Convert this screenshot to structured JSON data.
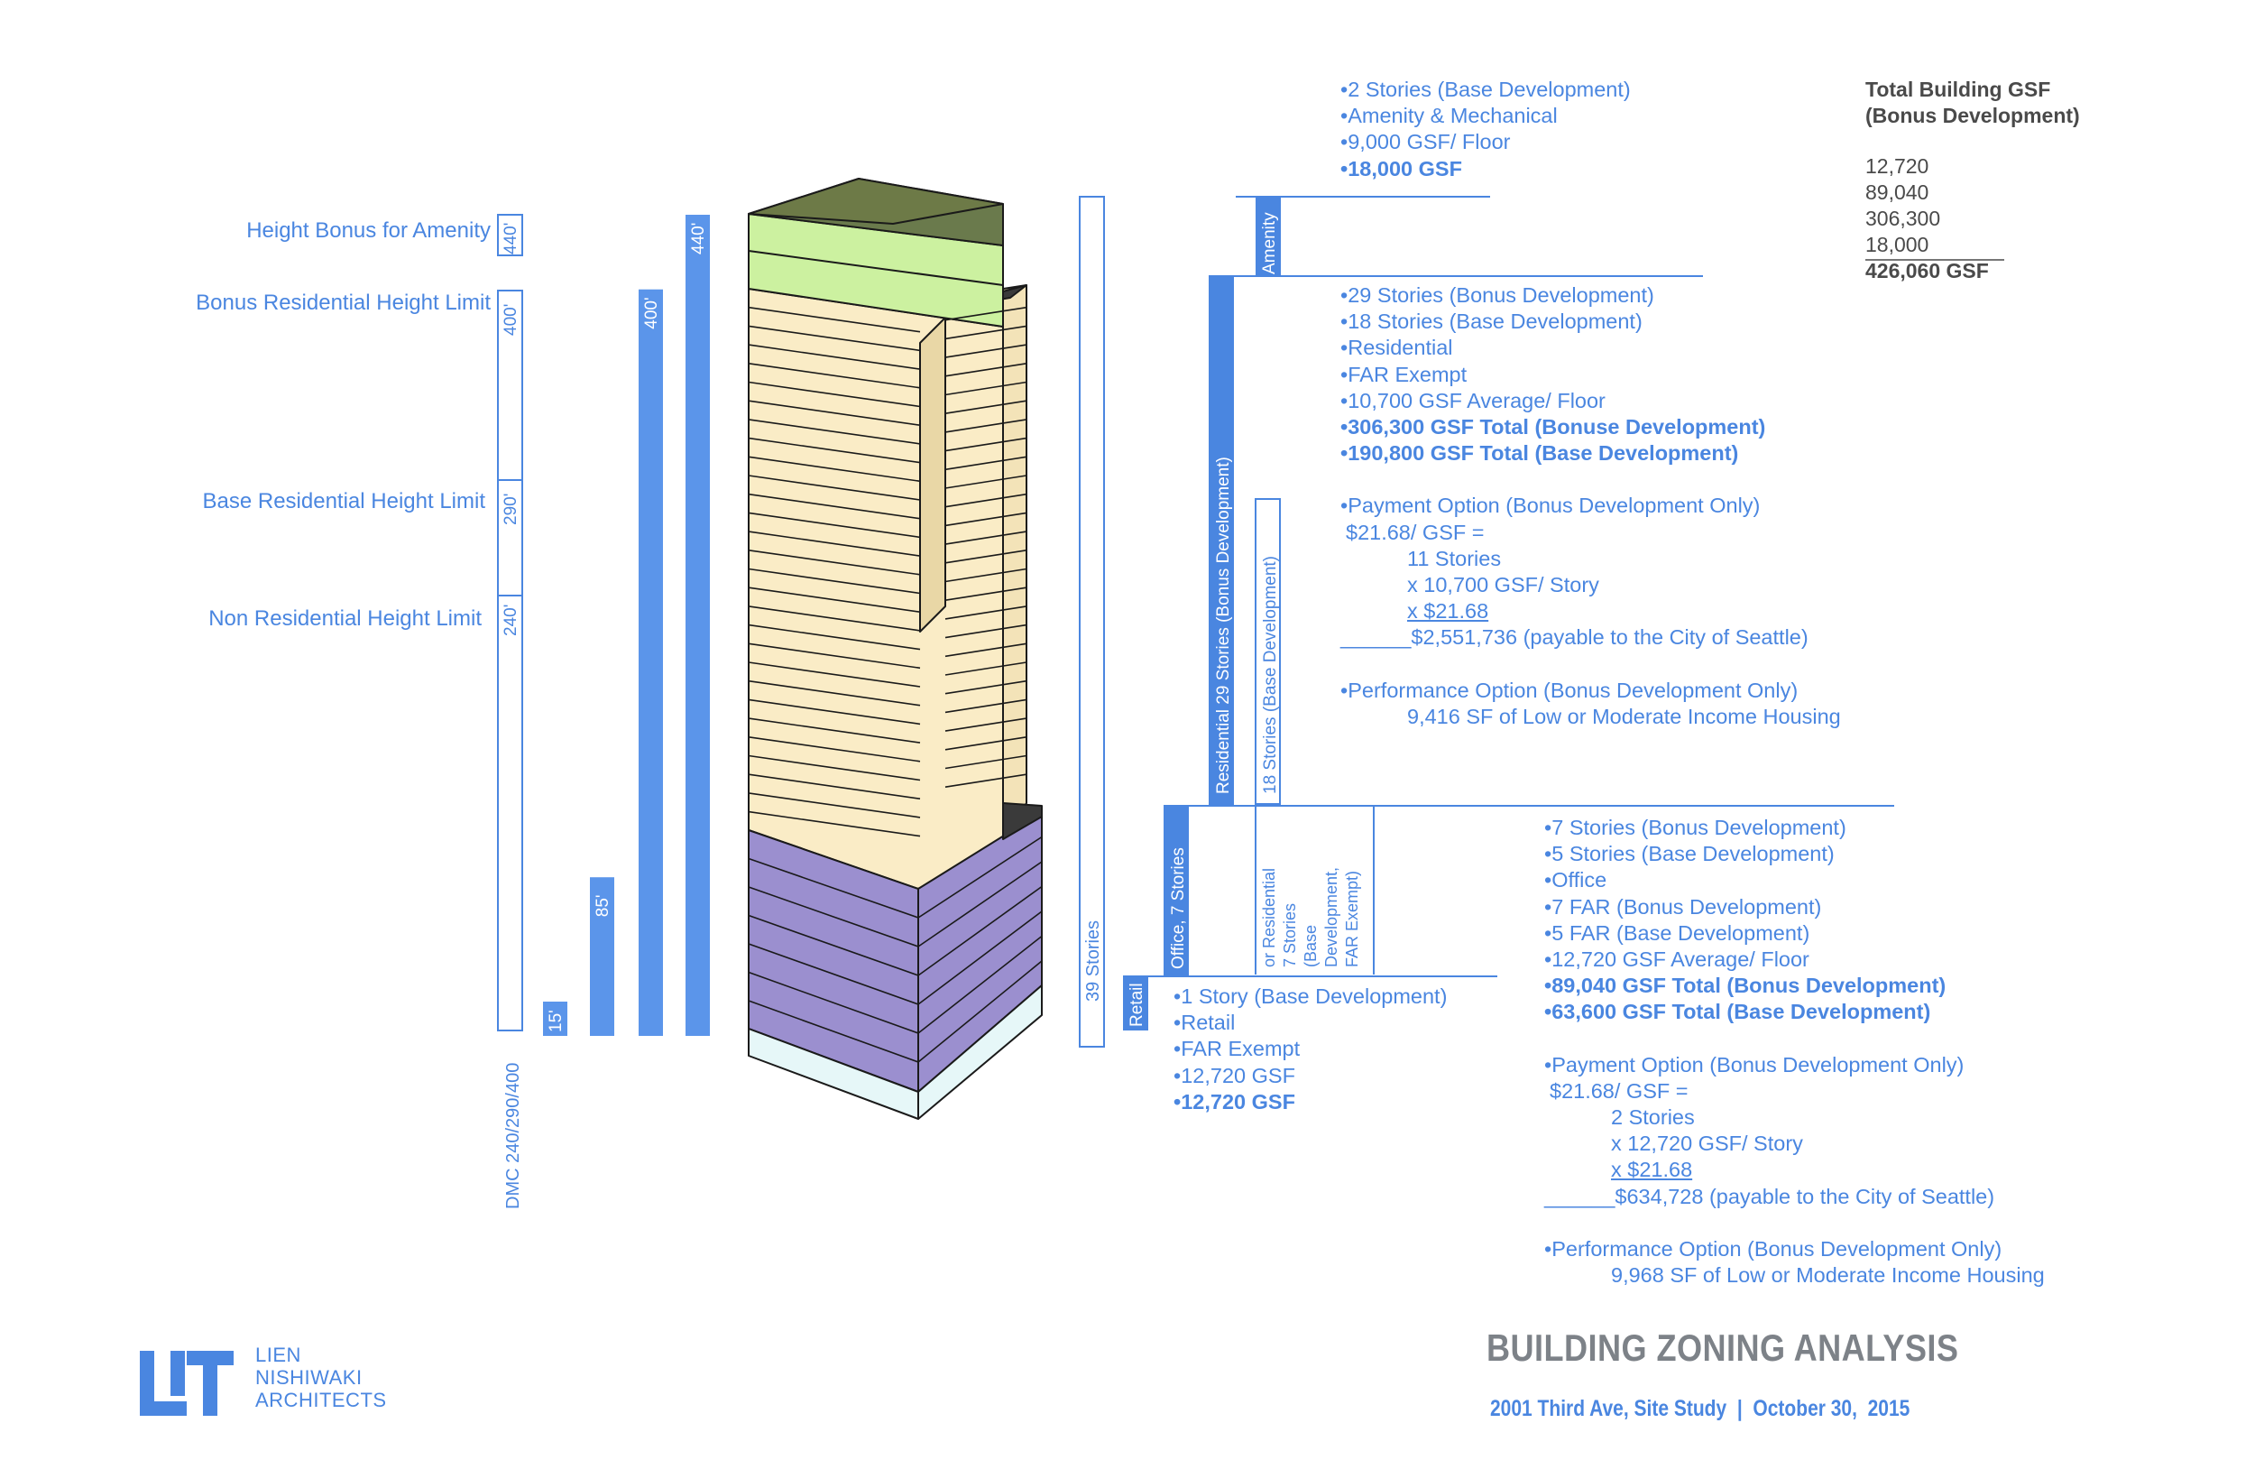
{
  "height_labels": {
    "amenity_bonus": "Height Bonus for Amenity",
    "bonus_residential": "Bonus Residential Height Limit",
    "base_residential": "Base Residential Height Limit",
    "non_residential": "Non Residential Height Limit"
  },
  "zone_column": {
    "ticks": [
      "440'",
      "400'",
      "290'",
      "240'"
    ],
    "zone_label": "DMC 240/290/400"
  },
  "height_bars": [
    {
      "label": "15'",
      "feet": 15
    },
    {
      "label": "85'",
      "feet": 85
    },
    {
      "label": "400'",
      "feet": 400
    },
    {
      "label": "440'",
      "feet": 440
    }
  ],
  "stories_label": "39 Stories",
  "section_labels": {
    "amenity": "Amenity",
    "residential": "Residential 29 Stories (Bonus Development)",
    "residential_base": "18 Stories (Base Development)",
    "office": "Office, 7 Stories",
    "office_alt": [
      "or Residential",
      "7 Stories",
      "(Base",
      "Development,",
      "FAR Exempt)"
    ],
    "retail": "Retail"
  },
  "amenity_block": [
    "•2 Stories (Base Development)",
    "•Amenity & Mechanical",
    "•9,000 GSF/ Floor",
    "•18,000 GSF"
  ],
  "residential_block": [
    "•29 Stories (Bonus Development)",
    "•18 Stories (Base Development)",
    "•Residential",
    "•FAR Exempt",
    "•10,700 GSF Average/ Floor",
    "•306,300 GSF Total (Bonuse Development)",
    "•190,800 GSF Total (Base Development)"
  ],
  "residential_payment": {
    "heading": "•Payment Option (Bonus Development Only)",
    "rate": "$21.68/ GSF =",
    "stories": "11 Stories",
    "per_story": "x 10,700 GSF/ Story",
    "multiplier": "x $21.68",
    "rule": "______",
    "result": "$2,551,736 (payable to the City of Seattle)"
  },
  "residential_performance": {
    "heading": "•Performance Option (Bonus Development Only)",
    "detail": "9,416 SF of Low or Moderate Income Housing"
  },
  "office_block": [
    "•7 Stories (Bonus Development)",
    "•5 Stories (Base Development)",
    "•Office",
    "•7 FAR (Bonus Development)",
    "•5 FAR (Base Development)",
    "•12,720 GSF Average/ Floor",
    "•89,040 GSF Total (Bonus Development)",
    "•63,600 GSF Total (Base Development)"
  ],
  "office_payment": {
    "heading": "•Payment Option (Bonus Development Only)",
    "rate": "$21.68/ GSF =",
    "stories": "2 Stories",
    "per_story": "x 12,720 GSF/ Story",
    "multiplier": "x $21.68",
    "rule": "______",
    "result": "$634,728 (payable to the City of Seattle)"
  },
  "office_performance": {
    "heading": "•Performance Option (Bonus Development Only)",
    "detail": "9,968 SF of Low or Moderate Income Housing"
  },
  "retail_block": [
    "•1 Story (Base Development)",
    "•Retail",
    "•FAR Exempt",
    "•12,720 GSF",
    "•12,720 GSF"
  ],
  "totals": {
    "heading1": "Total Building GSF",
    "heading2": "(Bonus Development)",
    "values": [
      "12,720",
      "89,040",
      "306,300",
      "18,000"
    ],
    "total": "426,060 GSF"
  },
  "logo": {
    "monogram": "LN",
    "lines": [
      "LIEN",
      "NISHIWAKI",
      "ARCHITECTS"
    ]
  },
  "title": "BUILDING ZONING ANALYSIS",
  "subtitle": "2001 Third Ave, Site Study  |  October 30,  2015",
  "colors": {
    "accent_blue": "#4a86e0",
    "bar_blue": "#5b95ea",
    "amenity_roof": "#6a7a4c",
    "amenity": "#ccf1a0",
    "residential": "#faecc6",
    "office": "#9b8fcf",
    "retail": "#e6f7f8"
  }
}
